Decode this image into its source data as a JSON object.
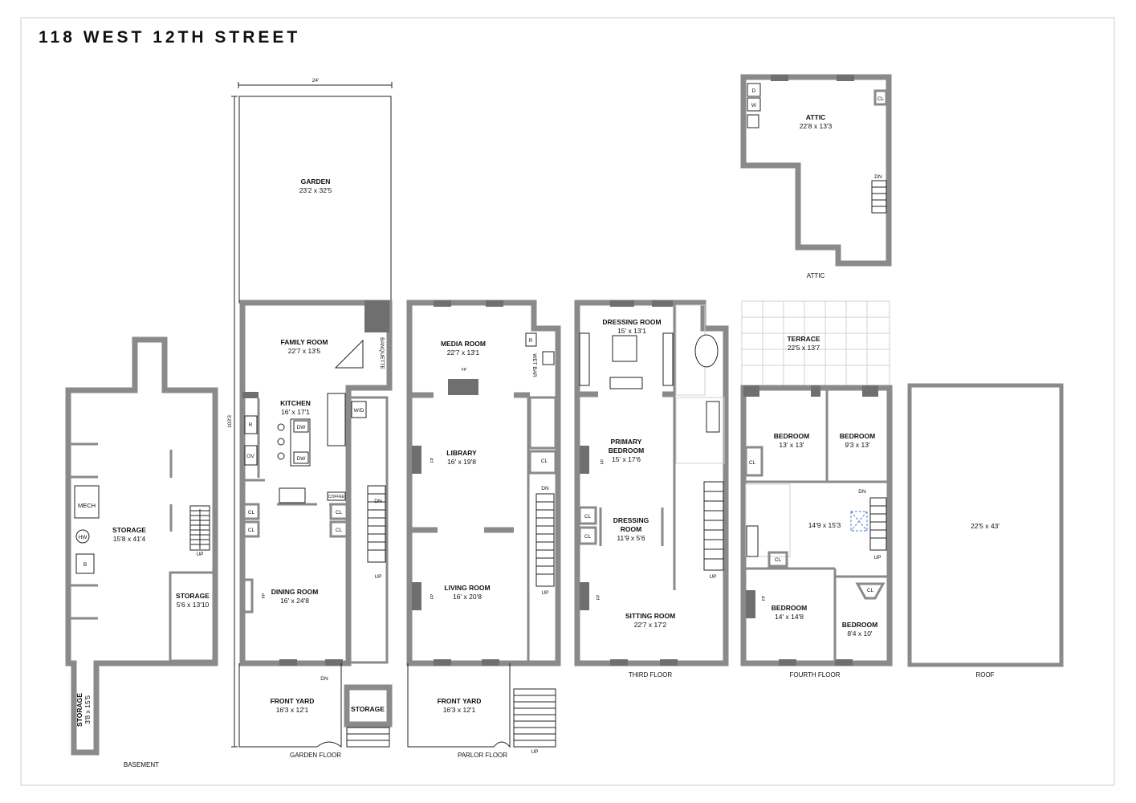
{
  "title": "118 WEST 12TH STREET",
  "floors": [
    {
      "id": "basement",
      "label": "BASEMENT"
    },
    {
      "id": "garden",
      "label": "GARDEN FLOOR"
    },
    {
      "id": "parlor",
      "label": "PARLOR FLOOR"
    },
    {
      "id": "third",
      "label": "THIRD FLOOR"
    },
    {
      "id": "fourth",
      "label": "FOURTH FLOOR"
    },
    {
      "id": "attic",
      "label": "ATTIC"
    },
    {
      "id": "roof",
      "label": "ROOF"
    }
  ],
  "rooms": {
    "basement": [
      {
        "name": "STORAGE",
        "dims": "15'8 x 41'4"
      },
      {
        "name": "STORAGE",
        "dims": "5'6 x 13'10"
      },
      {
        "name": "STORAGE",
        "dims": "3'8 x 15'5"
      }
    ],
    "garden": [
      {
        "name": "GARDEN",
        "dims": "23'2 x 32'5"
      },
      {
        "name": "FAMILY ROOM",
        "dims": "22'7 x 13'5"
      },
      {
        "name": "KITCHEN",
        "dims": "16' x 17'1"
      },
      {
        "name": "DINING ROOM",
        "dims": "16' x 24'8"
      },
      {
        "name": "FRONT YARD",
        "dims": "16'3 x 12'1"
      },
      {
        "name": "STORAGE",
        "dims": ""
      }
    ],
    "parlor": [
      {
        "name": "MEDIA ROOM",
        "dims": "22'7 x 13'1"
      },
      {
        "name": "LIBRARY",
        "dims": "16' x 19'8"
      },
      {
        "name": "LIVING ROOM",
        "dims": "16' x 20'8"
      },
      {
        "name": "FRONT YARD",
        "dims": "16'3 x 12'1"
      }
    ],
    "third": [
      {
        "name": "DRESSING ROOM",
        "dims": "15' x 13'1"
      },
      {
        "name_lines": [
          "PRIMARY",
          "BEDROOM"
        ],
        "dims": "15' x 17'6"
      },
      {
        "name_lines": [
          "DRESSING",
          "ROOM"
        ],
        "dims": "11'9 x 5'6"
      },
      {
        "name": "SITTING ROOM",
        "dims": "22'7 x 17'2"
      }
    ],
    "fourth": [
      {
        "name": "TERRACE",
        "dims": "22'5 x 13'7"
      },
      {
        "name": "BEDROOM",
        "dims": "13' x 13'"
      },
      {
        "name": "BEDROOM",
        "dims": "9'3 x 13'"
      },
      {
        "name": "",
        "dims": "14'9 x 15'3"
      },
      {
        "name": "BEDROOM",
        "dims": "14' x 14'8"
      },
      {
        "name": "BEDROOM",
        "dims": "8'4 x 10'"
      }
    ],
    "attic": [
      {
        "name": "ATTIC",
        "dims": "22'8 x 13'3"
      }
    ],
    "roof": [
      {
        "name": "",
        "dims": "22'5 x 43'"
      }
    ]
  },
  "dimensions": {
    "width": "24'",
    "depth": "103'3"
  },
  "labels": {
    "mech": "MECH",
    "hw": "HW",
    "b": "B",
    "up": "UP",
    "dn": "DN",
    "fp": "FP",
    "cl": "CL",
    "r": "R",
    "ov": "OV",
    "dw": "DW",
    "wd": "W/D",
    "coffee": "COFFEE",
    "banquette": "BANQUETTE",
    "wet_bar": "WET BAR",
    "d": "D",
    "w": "W"
  }
}
